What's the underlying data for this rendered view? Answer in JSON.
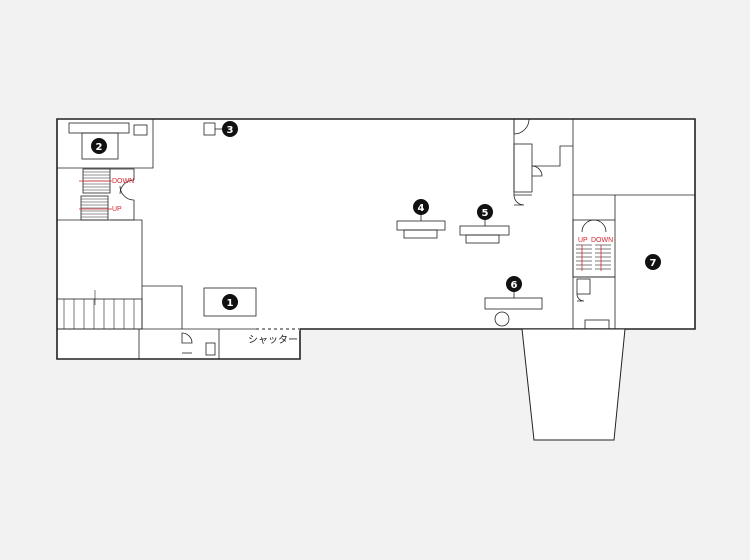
{
  "floor_plan": {
    "markers": [
      {
        "id": "marker-1",
        "label": "1"
      },
      {
        "id": "marker-2",
        "label": "2"
      },
      {
        "id": "marker-3",
        "label": "3"
      },
      {
        "id": "marker-4",
        "label": "4"
      },
      {
        "id": "marker-5",
        "label": "5"
      },
      {
        "id": "marker-6",
        "label": "6"
      },
      {
        "id": "marker-7",
        "label": "7"
      }
    ],
    "stair_labels": {
      "left_down": "DOWN",
      "left_up": "UP",
      "right_up": "UP",
      "right_down": "DOWN"
    },
    "shutter_label": "シャッター",
    "colors": {
      "background": "#f2f2f2",
      "floor": "#ffffff",
      "wall": "#222222",
      "marker": "#111111",
      "stair_arrow": "#d6262f"
    }
  }
}
